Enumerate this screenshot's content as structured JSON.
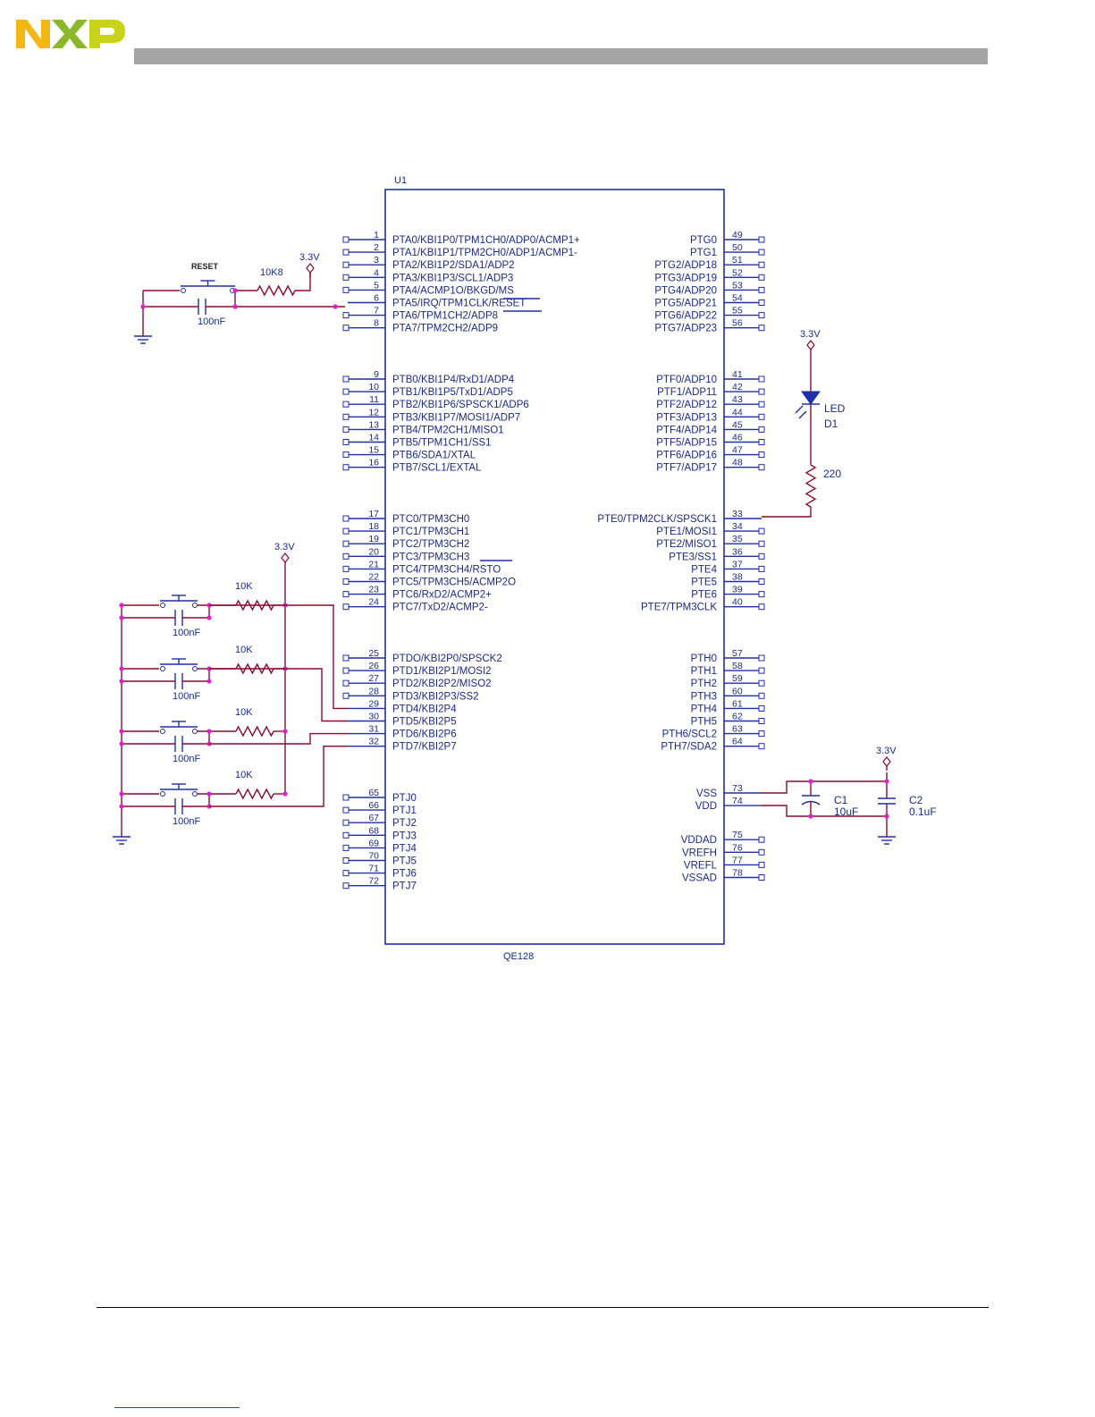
{
  "brand": "NXP",
  "colors": {
    "wire": "#8b0a2e",
    "part": "#1f2fa8",
    "junction": "#e020d0",
    "label": "#1a2a8a",
    "header_bar": "#a6a6a6"
  },
  "chip": {
    "ref": "U1",
    "part": "QE128"
  },
  "left_pins": [
    {
      "num": "1",
      "name": "PTA0/KBI1P0/TPM1CH0/ADP0/ACMP1+"
    },
    {
      "num": "2",
      "name": "PTA1/KBI1P1/TPM2CH0/ADP1/ACMP1-"
    },
    {
      "num": "3",
      "name": "PTA2/KBI1P2/SDA1/ADP2"
    },
    {
      "num": "4",
      "name": "PTA3/KBI1P3/SCL1/ADP3"
    },
    {
      "num": "5",
      "name": "PTA4/ACMP1O/BKGD/MS"
    },
    {
      "num": "6",
      "name": "PTA5/IRQ/TPM1CLK/RESET"
    },
    {
      "num": "7",
      "name": "PTA6/TPM1CH2/ADP8"
    },
    {
      "num": "8",
      "name": "PTA7/TPM2CH2/ADP9"
    },
    {
      "num": "9",
      "name": "PTB0/KBI1P4/RxD1/ADP4"
    },
    {
      "num": "10",
      "name": "PTB1/KBI1P5/TxD1/ADP5"
    },
    {
      "num": "11",
      "name": "PTB2/KBI1P6/SPSCK1/ADP6"
    },
    {
      "num": "12",
      "name": "PTB3/KBI1P7/MOSI1/ADP7"
    },
    {
      "num": "13",
      "name": "PTB4/TPM2CH1/MISO1"
    },
    {
      "num": "14",
      "name": "PTB5/TPM1CH1/SS1"
    },
    {
      "num": "15",
      "name": "PTB6/SDA1/XTAL"
    },
    {
      "num": "16",
      "name": "PTB7/SCL1/EXTAL"
    },
    {
      "num": "17",
      "name": "PTC0/TPM3CH0"
    },
    {
      "num": "18",
      "name": "PTC1/TPM3CH1"
    },
    {
      "num": "19",
      "name": "PTC2/TPM3CH2"
    },
    {
      "num": "20",
      "name": "PTC3/TPM3CH3"
    },
    {
      "num": "21",
      "name": "PTC4/TPM3CH4/RSTO"
    },
    {
      "num": "22",
      "name": "PTC5/TPM3CH5/ACMP2O"
    },
    {
      "num": "23",
      "name": "PTC6/RxD2/ACMP2+"
    },
    {
      "num": "24",
      "name": "PTC7/TxD2/ACMP2-"
    },
    {
      "num": "25",
      "name": "PTDO/KBI2P0/SPSCK2"
    },
    {
      "num": "26",
      "name": "PTD1/KBI2P1/MOSI2"
    },
    {
      "num": "27",
      "name": "PTD2/KBI2P2/MISO2"
    },
    {
      "num": "28",
      "name": "PTD3/KBI2P3/SS2"
    },
    {
      "num": "29",
      "name": "PTD4/KBI2P4"
    },
    {
      "num": "30",
      "name": "PTD5/KBI2P5"
    },
    {
      "num": "31",
      "name": "PTD6/KBI2P6"
    },
    {
      "num": "32",
      "name": "PTD7/KBI2P7"
    },
    {
      "num": "65",
      "name": "PTJ0"
    },
    {
      "num": "66",
      "name": "PTJ1"
    },
    {
      "num": "67",
      "name": "PTJ2"
    },
    {
      "num": "68",
      "name": "PTJ3"
    },
    {
      "num": "69",
      "name": "PTJ4"
    },
    {
      "num": "70",
      "name": "PTJ5"
    },
    {
      "num": "71",
      "name": "PTJ6"
    },
    {
      "num": "72",
      "name": "PTJ7"
    }
  ],
  "right_pins": [
    {
      "num": "49",
      "name": "PTG0"
    },
    {
      "num": "50",
      "name": "PTG1"
    },
    {
      "num": "51",
      "name": "PTG2/ADP18"
    },
    {
      "num": "52",
      "name": "PTG3/ADP19"
    },
    {
      "num": "53",
      "name": "PTG4/ADP20"
    },
    {
      "num": "54",
      "name": "PTG5/ADP21"
    },
    {
      "num": "55",
      "name": "PTG6/ADP22"
    },
    {
      "num": "56",
      "name": "PTG7/ADP23"
    },
    {
      "num": "41",
      "name": "PTF0/ADP10"
    },
    {
      "num": "42",
      "name": "PTF1/ADP11"
    },
    {
      "num": "43",
      "name": "PTF2/ADP12"
    },
    {
      "num": "44",
      "name": "PTF3/ADP13"
    },
    {
      "num": "45",
      "name": "PTF4/ADP14"
    },
    {
      "num": "46",
      "name": "PTF5/ADP15"
    },
    {
      "num": "47",
      "name": "PTF6/ADP16"
    },
    {
      "num": "48",
      "name": "PTF7/ADP17"
    },
    {
      "num": "33",
      "name": "PTE0/TPM2CLK/SPSCK1"
    },
    {
      "num": "34",
      "name": "PTE1/MOSI1"
    },
    {
      "num": "35",
      "name": "PTE2/MISO1"
    },
    {
      "num": "36",
      "name": "PTE3/SS1"
    },
    {
      "num": "37",
      "name": "PTE4"
    },
    {
      "num": "38",
      "name": "PTE5"
    },
    {
      "num": "39",
      "name": "PTE6"
    },
    {
      "num": "40",
      "name": "PTE7/TPM3CLK"
    },
    {
      "num": "57",
      "name": "PTH0"
    },
    {
      "num": "58",
      "name": "PTH1"
    },
    {
      "num": "59",
      "name": "PTH2"
    },
    {
      "num": "60",
      "name": "PTH3"
    },
    {
      "num": "61",
      "name": "PTH4"
    },
    {
      "num": "62",
      "name": "PTH5"
    },
    {
      "num": "63",
      "name": "PTH6/SCL2"
    },
    {
      "num": "64",
      "name": "PTH7/SDA2"
    },
    {
      "num": "73",
      "name": "VSS"
    },
    {
      "num": "74",
      "name": "VDD"
    },
    {
      "num": "75",
      "name": "VDDAD"
    },
    {
      "num": "76",
      "name": "VREFH"
    },
    {
      "num": "77",
      "name": "VREFL"
    },
    {
      "num": "78",
      "name": "VSSAD"
    }
  ],
  "labels": {
    "reset_switch": "RESET",
    "reset_resistor": "10K8",
    "reset_cap": "100nF",
    "vcc": "3.3V",
    "led_name": "LED",
    "led_ref": "D1",
    "led_resistor": "220",
    "key_resistor": "10K",
    "key_cap": "100nF",
    "c1_ref": "C1",
    "c1_value": "10uF",
    "c2_ref": "C2",
    "c2_value": "0.1uF"
  }
}
